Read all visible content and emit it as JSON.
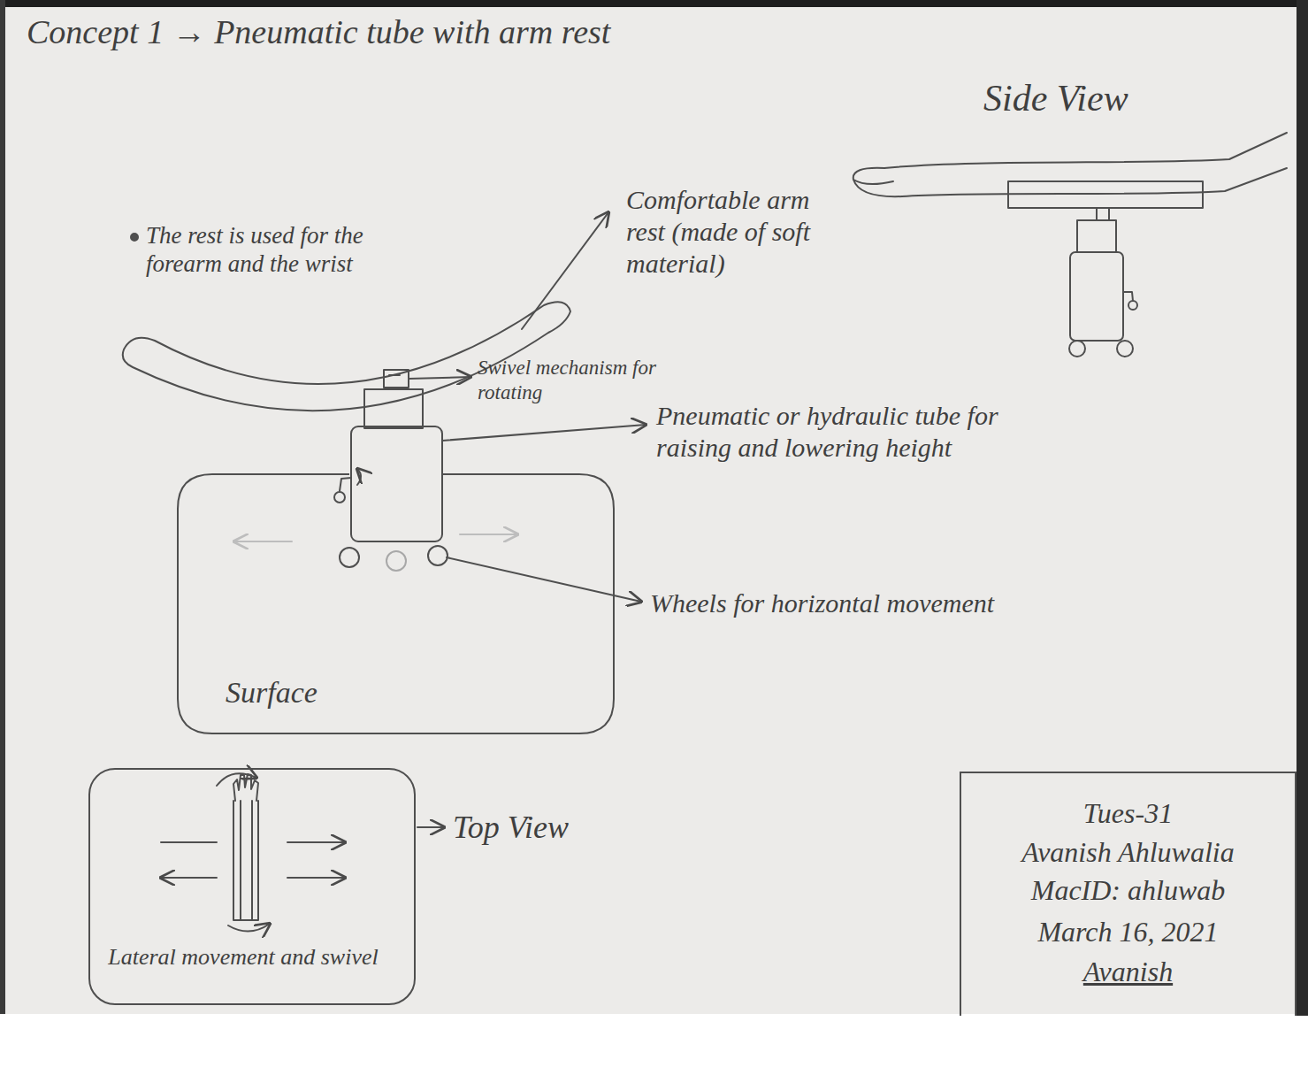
{
  "diagram": {
    "title": "Concept 1 → Pneumatic tube with arm rest",
    "nodes": [
      {
        "text": [
          "Surface"
        ]
      },
      {
        "text": [
          "Lateral movement and swivel",
          "Top View"
        ]
      },
      {
        "text": [
          "Tues-31",
          "Avanish Ahluwalia",
          "MacID: ahluwab",
          "March 16, 2021",
          "Avanish"
        ]
      }
    ],
    "labels": [
      "The rest is used for the forearm and the wrist",
      "Comfortable arm rest (made of soft material)",
      "Swivel mechanism for rotating",
      "Pneumatic or hydraulic tube for raising and lowering height",
      "Wheels for horizontal movement",
      "Side View"
    ]
  }
}
